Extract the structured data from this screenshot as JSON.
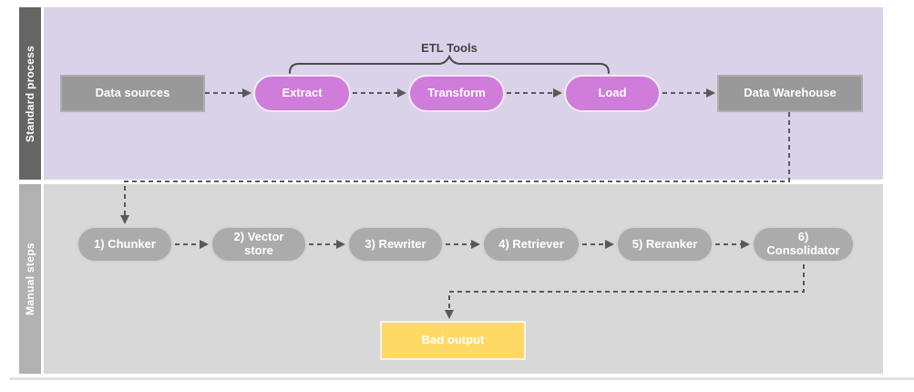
{
  "lanes": {
    "standard": {
      "label": "Standard process",
      "annotation": "ETL Tools",
      "annotation_spans": [
        "Extract",
        "Transform",
        "Load"
      ],
      "nodes": [
        {
          "label": "Data sources",
          "shape": "rectangle",
          "color": "#999999"
        },
        {
          "label": "Extract",
          "shape": "pill",
          "color": "#d07cda"
        },
        {
          "label": "Transform",
          "shape": "pill",
          "color": "#d07cda"
        },
        {
          "label": "Load",
          "shape": "pill",
          "color": "#d07cda"
        },
        {
          "label": "Data Warehouse",
          "shape": "rectangle",
          "color": "#999999"
        }
      ]
    },
    "manual": {
      "label": "Manual steps",
      "nodes": [
        {
          "label": "1) Chunker",
          "shape": "pill",
          "color": "#ababab"
        },
        {
          "label": "2) Vector store",
          "shape": "pill",
          "color": "#ababab"
        },
        {
          "label": "3) Rewriter",
          "shape": "pill",
          "color": "#ababab"
        },
        {
          "label": "4) Retriever",
          "shape": "pill",
          "color": "#ababab"
        },
        {
          "label": "5) Reranker",
          "shape": "pill",
          "color": "#ababab"
        },
        {
          "label": "6) Consolidator",
          "shape": "pill",
          "color": "#ababab"
        },
        {
          "label": "Bad output",
          "shape": "rectangle",
          "color": "#ffd966"
        }
      ]
    }
  },
  "edges": [
    {
      "from": "Data sources",
      "to": "Extract",
      "style": "dashed-arrow"
    },
    {
      "from": "Extract",
      "to": "Transform",
      "style": "dashed-arrow"
    },
    {
      "from": "Transform",
      "to": "Load",
      "style": "dashed-arrow"
    },
    {
      "from": "Load",
      "to": "Data Warehouse",
      "style": "dashed-arrow"
    },
    {
      "from": "Data Warehouse",
      "to": "1) Chunker",
      "style": "dashed-arrow"
    },
    {
      "from": "1) Chunker",
      "to": "2) Vector store",
      "style": "dashed-arrow"
    },
    {
      "from": "2) Vector store",
      "to": "3) Rewriter",
      "style": "dashed-arrow"
    },
    {
      "from": "3) Rewriter",
      "to": "4) Retriever",
      "style": "dashed-arrow"
    },
    {
      "from": "4) Retriever",
      "to": "5) Reranker",
      "style": "dashed-arrow"
    },
    {
      "from": "5) Reranker",
      "to": "6) Consolidator",
      "style": "dashed-arrow"
    },
    {
      "from": "6) Consolidator",
      "to": "Bad output",
      "style": "dashed-arrow"
    }
  ],
  "colors": {
    "lane_standard_bg": "#d9d2e9",
    "lane_standard_bar": "#656565",
    "lane_manual_bg": "#d8d8d8",
    "lane_manual_bar": "#b1b1b1",
    "etl_pill": "#d07cda",
    "gray_node": "#999999",
    "gray_pill": "#ababab",
    "bad_output_fill": "#ffd966",
    "connector": "#595959",
    "annotation_text": "#434343"
  }
}
